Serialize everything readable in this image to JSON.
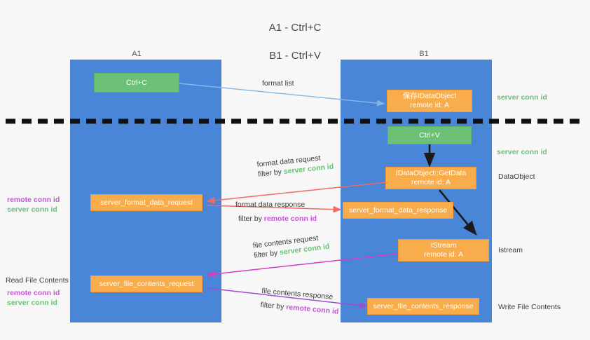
{
  "title": {
    "line1": "A1 - Ctrl+C",
    "line2": "B1 - Ctrl+V"
  },
  "lanes": [
    {
      "name": "A1",
      "role": "remote"
    },
    {
      "name": "B1",
      "role": "connection"
    }
  ],
  "colors": {
    "lane": "#4a86d8",
    "green_box": "#6cc176",
    "orange_box": "#f9ac4b",
    "server_conn": "#6cc176",
    "remote_conn": "#c456d4",
    "arrow_blue": "#85b7e8",
    "arrow_red": "#ef6a63",
    "arrow_magenta": "#d13fc4",
    "arrow_purple": "#a24bd0",
    "arrow_dark": "#1a1a1a",
    "divider": "#111111",
    "background": "#f7f7f7"
  },
  "boxes": {
    "ctrl_c": {
      "line1": "Ctrl+C"
    },
    "ctrl_v": {
      "line1": "Ctrl+V"
    },
    "save_idataobject": {
      "line1": "保存IDataObject",
      "line2": "remote id: A"
    },
    "getdata": {
      "line1": "IDataObject::GetData",
      "line2": "remote id: A"
    },
    "istream": {
      "line1": "IStream",
      "line2": "remote id: A"
    },
    "server_format_data_request": {
      "line1": "server_format_data_request"
    },
    "server_format_data_response": {
      "line1": "server_format_data_response"
    },
    "server_file_contents_request": {
      "line1": "server_file_contents_request"
    },
    "server_file_contents_response": {
      "line1": "server_file_contents_response"
    }
  },
  "edge_labels": {
    "format_list": "format list",
    "format_data_request": "format data request",
    "format_data_request_filter_prefix": "filter by ",
    "format_data_request_filter_value": "server conn id",
    "format_data_response": "format data response",
    "format_data_response_filter_prefix": "filter by ",
    "format_data_response_filter_value": "remote conn id",
    "file_contents_request": "file contents request",
    "file_contents_request_filter_prefix": "filter by ",
    "file_contents_request_filter_value": "server conn id",
    "file_contents_response": "file contents response",
    "file_contents_response_filter_prefix": "filter by ",
    "file_contents_response_filter_value": "remote conn id"
  },
  "right_labels": {
    "server_conn_top": "server conn id",
    "server_conn_second": "server conn id",
    "dataobject": "DataObject",
    "istream": "Istream",
    "write_file_contents": "Write File Contents"
  },
  "left_labels": {
    "remote_conn_1": "remote conn id",
    "server_conn_1": "server conn id",
    "read_file_contents": "Read File Contents",
    "remote_conn_2": "remote conn id",
    "server_conn_2": "server conn id"
  }
}
